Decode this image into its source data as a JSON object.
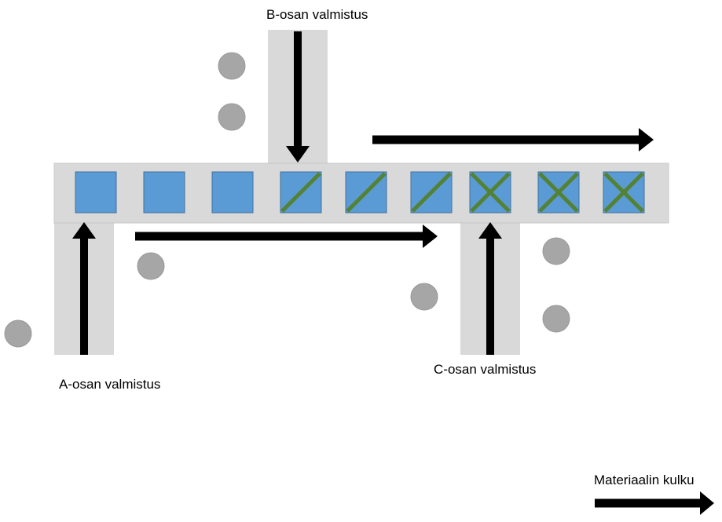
{
  "labels": {
    "b_station": "B-osan valmistus",
    "a_station": "A-osan valmistus",
    "c_station": "C-osan valmistus",
    "legend_flow": "Materiaalin kulku"
  },
  "colors": {
    "conveyor": "#d9d9d9",
    "conveyor_edge": "#bfbfbf",
    "part_fill": "#5b9bd5",
    "part_stroke": "#41719c",
    "component_stripe": "#548235",
    "worker": "#a6a6a6",
    "worker_edge": "#8c8c8c",
    "arrow": "#000000"
  },
  "parts": [
    {
      "stage": "A"
    },
    {
      "stage": "A"
    },
    {
      "stage": "A"
    },
    {
      "stage": "A+B"
    },
    {
      "stage": "A+B"
    },
    {
      "stage": "A+B"
    },
    {
      "stage": "A+B+C"
    },
    {
      "stage": "A+B+C"
    },
    {
      "stage": "A+B+C"
    }
  ],
  "icons": {
    "worker": "person-circle-icon",
    "flow": "arrow-icon"
  }
}
